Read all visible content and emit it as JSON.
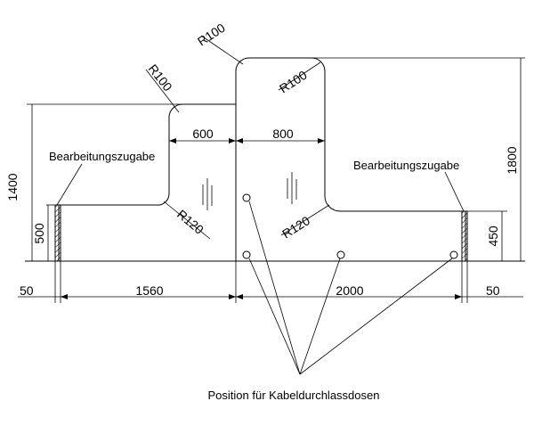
{
  "radius_labels": {
    "r100_top": "R100",
    "r100_left": "R100",
    "r100_inner": "R100",
    "r120_left": "R120",
    "r120_right": "R120"
  },
  "dimensions": {
    "d600": "600",
    "d800": "800",
    "d1400": "1400",
    "d1800": "1800",
    "d500": "500",
    "d450": "450",
    "d50_left": "50",
    "d1560": "1560",
    "d2000": "2000",
    "d50_right": "50"
  },
  "allowance_labels": {
    "left": "Bearbeitungszugabe",
    "right": "Bearbeitungszugabe"
  },
  "caption": "Position für Kabeldurchlassdosen"
}
